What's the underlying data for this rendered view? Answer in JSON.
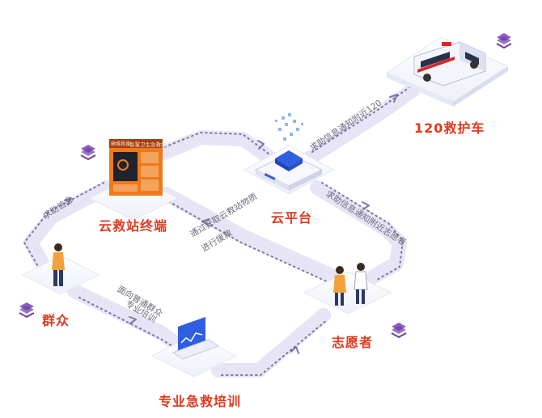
{
  "nodes": {
    "ambulance": {
      "label": "120救护车"
    },
    "cloud_platform": {
      "label": "云平台"
    },
    "station_terminal": {
      "label": "云救站终端",
      "sign_left": "鼎维救援",
      "sign_right": "智慧卫生急救站"
    },
    "public": {
      "label": "群众"
    },
    "volunteer": {
      "label": "志愿者"
    },
    "training": {
      "label": "专业急救培训"
    }
  },
  "flows": {
    "to_ambulance": "求助信息通知附近120",
    "to_volunteer": "求助信息通知附近志愿者",
    "help_info": "求助信息",
    "supplies_line1": "通过获取云救站物质",
    "supplies_line2": "进行援救",
    "training_line1": "面向普通群众",
    "training_line2": "专业培训"
  },
  "colors": {
    "accent_red": "#e03a1e",
    "path": "#e3e1f3",
    "arrow": "#7b76a8",
    "cube": "#6b3fa0"
  }
}
